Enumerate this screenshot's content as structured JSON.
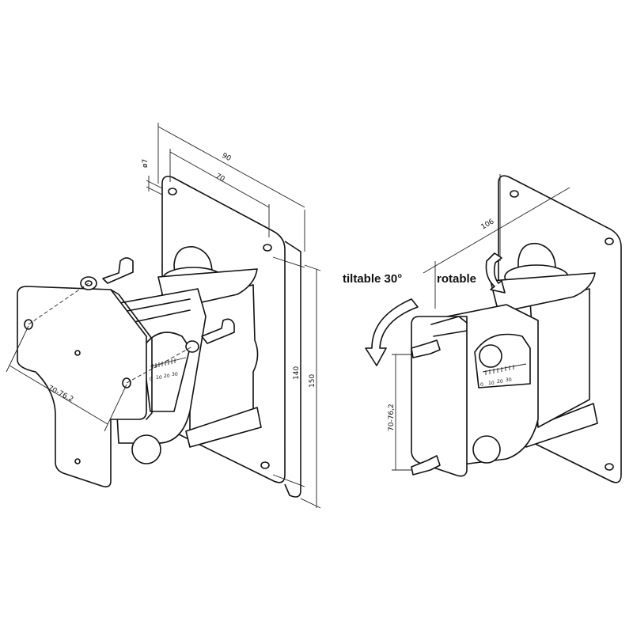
{
  "left_view": {
    "dimensions": {
      "hole_diameter": "ø7",
      "plate_width": "90",
      "hole_spacing_horizontal": "70",
      "hole_spacing_vertical": "140",
      "plate_height": "150",
      "speaker_hole_spacing": "70-76,2"
    },
    "tilt_scale": [
      "0",
      "10",
      "20",
      "30"
    ]
  },
  "right_view": {
    "labels": {
      "tilt": "tiltable 30°",
      "rotate": "rotable"
    },
    "dimensions": {
      "depth": "106",
      "speaker_hole_spacing": "70-76,2"
    },
    "tilt_scale": [
      "0",
      "10",
      "20",
      "30"
    ]
  }
}
